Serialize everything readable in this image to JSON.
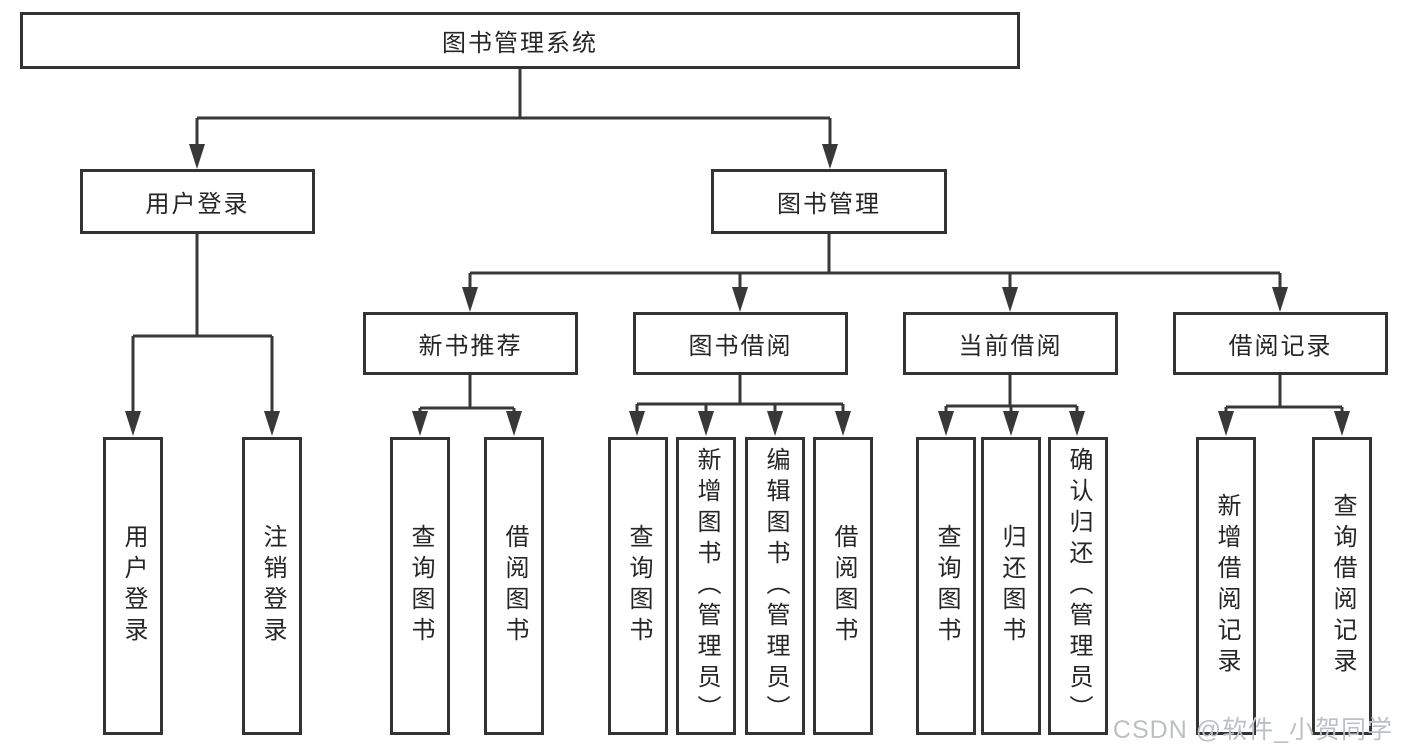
{
  "diagram": {
    "root": {
      "label": "图书管理系统"
    },
    "level2": [
      {
        "label": "用户登录"
      },
      {
        "label": "图书管理"
      }
    ],
    "level3": [
      {
        "label": "新书推荐",
        "parent": "图书管理"
      },
      {
        "label": "图书借阅",
        "parent": "图书管理"
      },
      {
        "label": "当前借阅",
        "parent": "图书管理"
      },
      {
        "label": "借阅记录",
        "parent": "图书管理"
      }
    ],
    "leaves": [
      {
        "label": "用户登录",
        "parent": "用户登录"
      },
      {
        "label": "注销登录",
        "parent": "用户登录"
      },
      {
        "label": "查询图书",
        "parent": "新书推荐"
      },
      {
        "label": "借阅图书",
        "parent": "新书推荐"
      },
      {
        "label": "查询图书",
        "parent": "图书借阅"
      },
      {
        "label": "新增图书（管理员）",
        "parent": "图书借阅"
      },
      {
        "label": "编辑图书（管理员）",
        "parent": "图书借阅"
      },
      {
        "label": "借阅图书",
        "parent": "图书借阅"
      },
      {
        "label": "查询图书",
        "parent": "当前借阅"
      },
      {
        "label": "归还图书",
        "parent": "当前借阅"
      },
      {
        "label": "确认归还（管理员）",
        "parent": "当前借阅"
      },
      {
        "label": "新增借阅记录",
        "parent": "借阅记录"
      },
      {
        "label": "查询借阅记录",
        "parent": "借阅记录"
      }
    ]
  },
  "watermark": {
    "text": "CSDN @软件_小贺同学"
  },
  "colors": {
    "line": "#383838",
    "box_border": "#333333",
    "box_fill": "#ffffff",
    "text": "#262626",
    "watermark": "#bcc0c4"
  }
}
